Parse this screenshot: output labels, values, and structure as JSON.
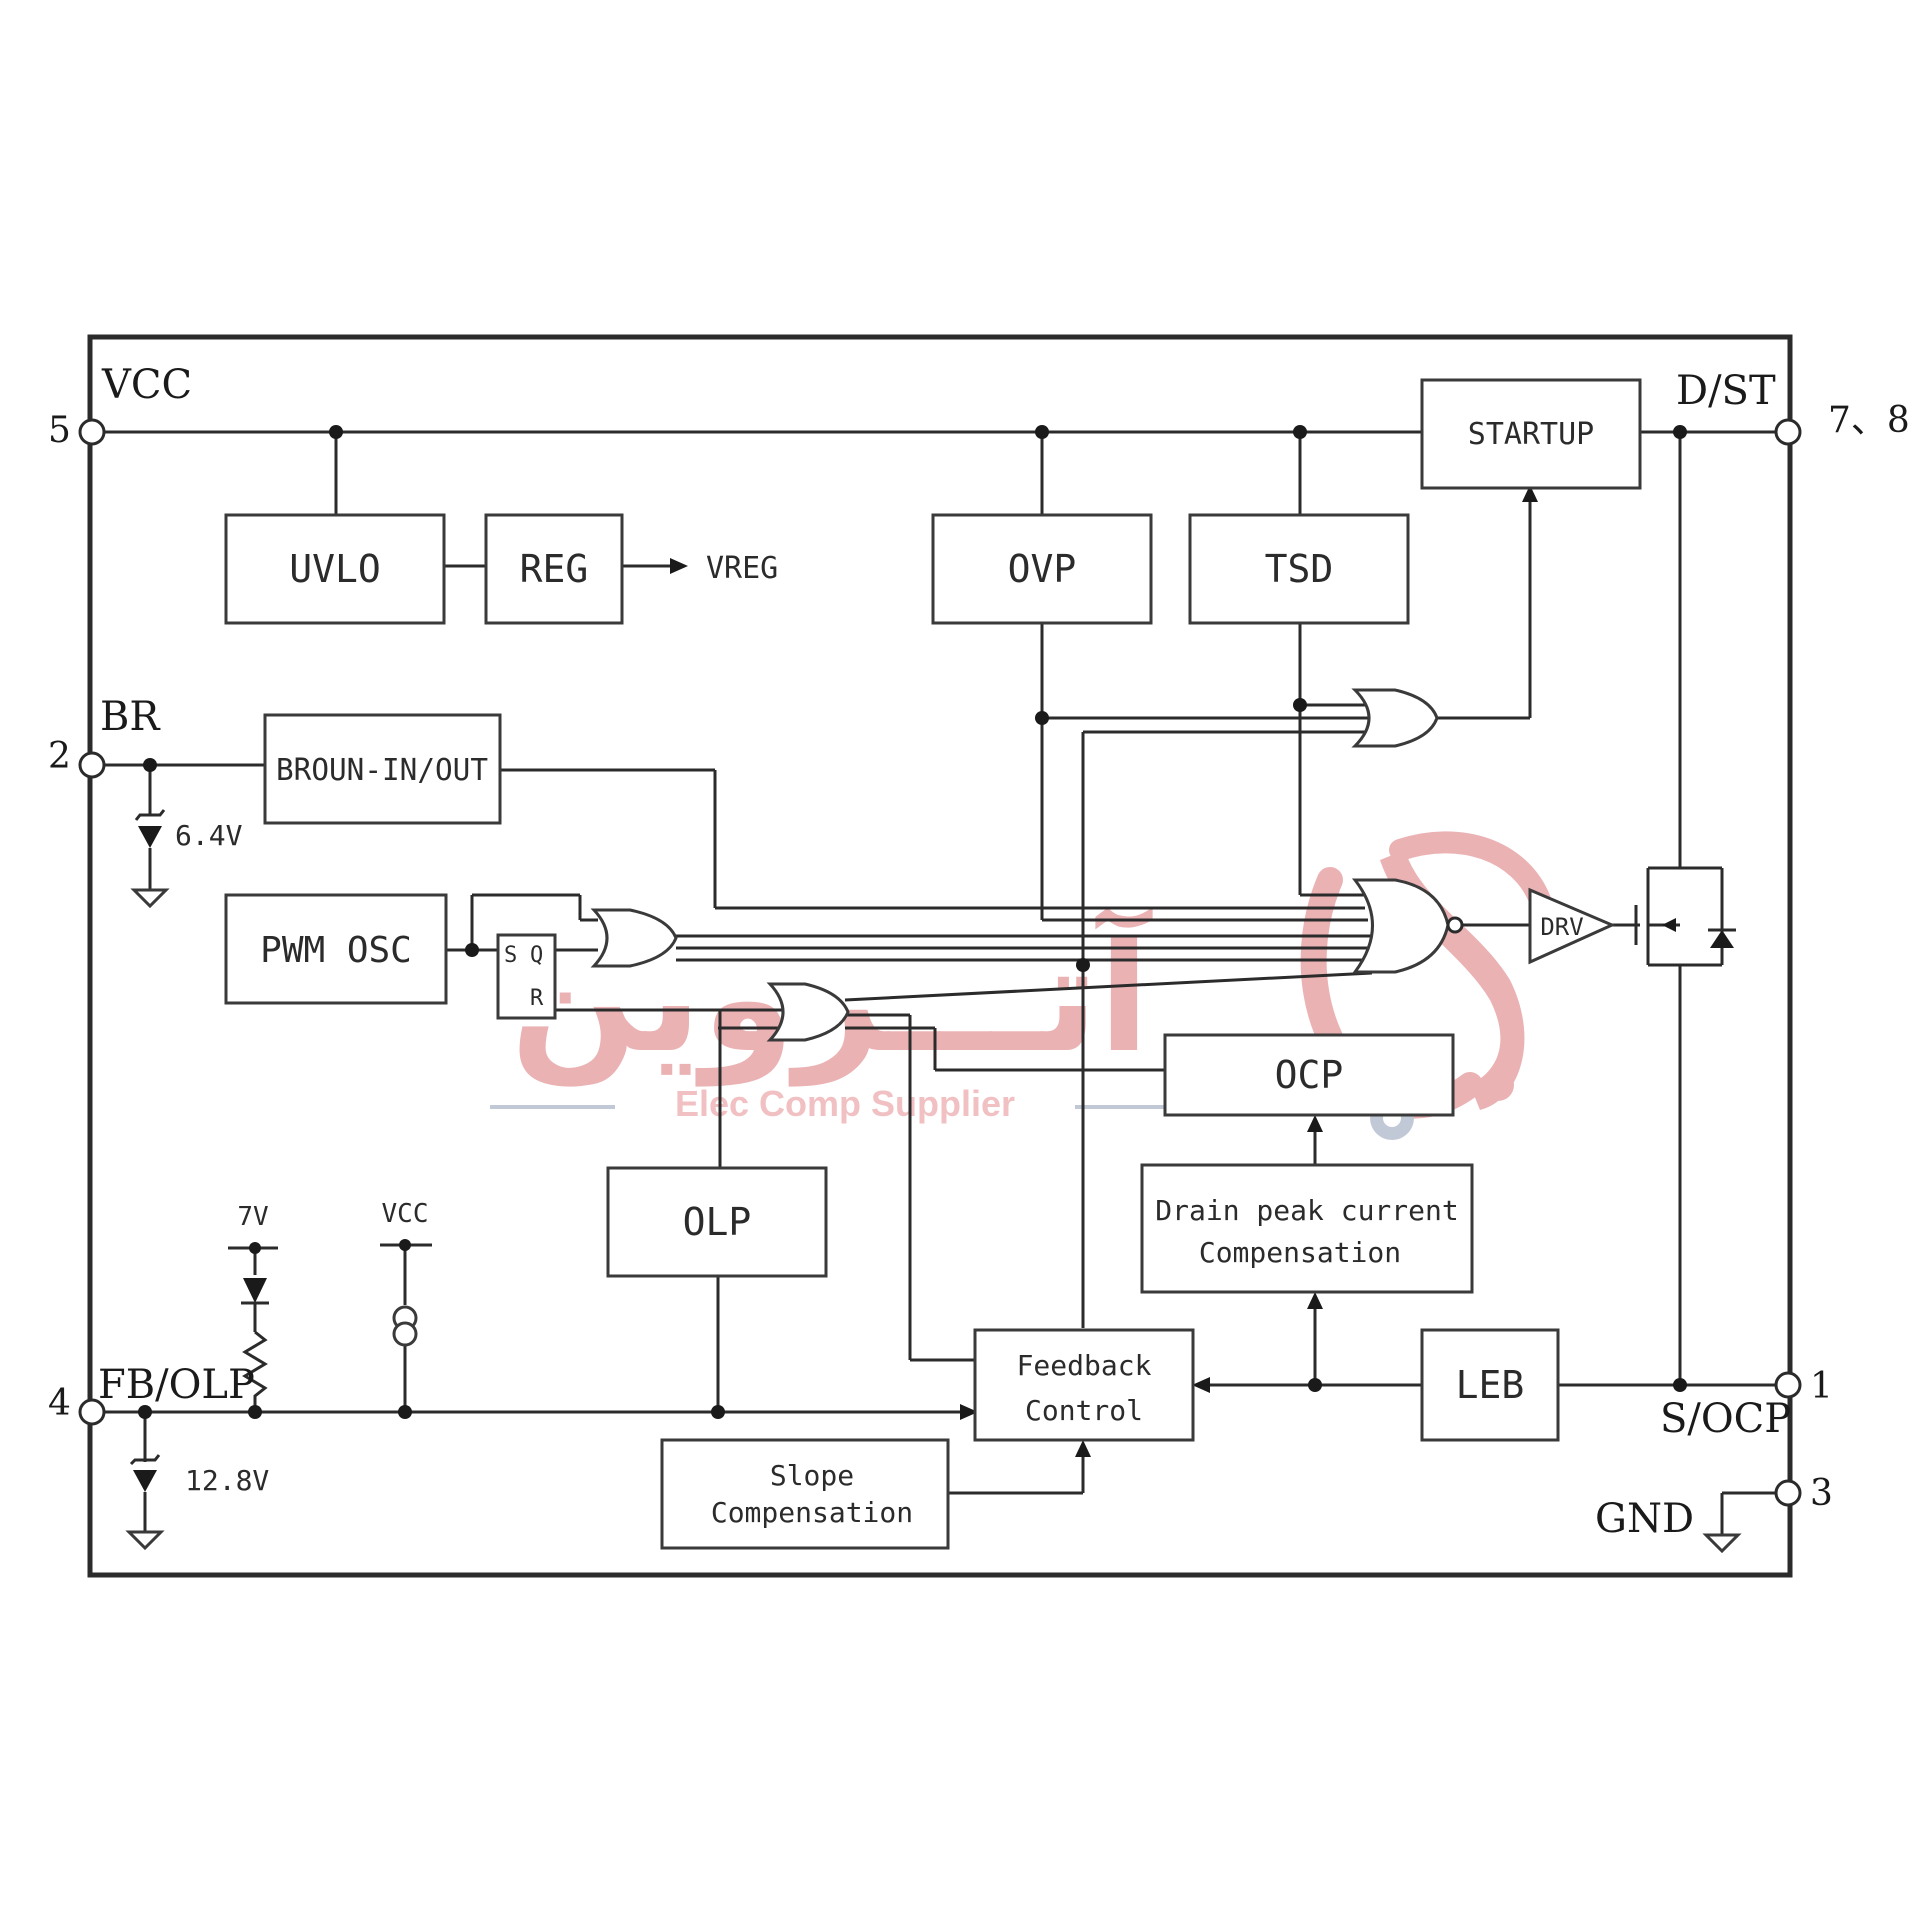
{
  "pins": {
    "vcc": {
      "name": "VCC",
      "number": "5"
    },
    "br": {
      "name": "BR",
      "number": "2"
    },
    "fb_olp": {
      "name": "FB/OLP",
      "number": "4"
    },
    "d_st": {
      "name": "D/ST",
      "number": "7、8"
    },
    "s_ocp": {
      "name": "S/OCP",
      "number": "1"
    },
    "gnd": {
      "name": "GND",
      "number": "3"
    }
  },
  "blocks": {
    "uvlo": "UVLO",
    "reg": "REG",
    "vreg": "VREG",
    "ovp": "OVP",
    "tsd": "TSD",
    "startup": "STARTUP",
    "brown": "BROUN-IN/OUT",
    "pwm_osc": "PWM OSC",
    "latch_s": "S",
    "latch_q": "Q",
    "latch_r": "R",
    "drv": "DRV",
    "ocp": "OCP",
    "olp": "OLP",
    "drain_line1": "Drain peak current",
    "drain_line2": "Compensation",
    "feedback_line1": "Feedback",
    "feedback_line2": "Control",
    "leb": "LEB",
    "slope_line1": "Slope",
    "slope_line2": "Compensation"
  },
  "labels": {
    "zener_br": "6.4V",
    "zener_fb": "12.8V",
    "supply_7v": "7V",
    "supply_vcc": "VCC"
  },
  "watermark": {
    "arabic": "آتـــروین",
    "subtitle": "Elec Comp Supplier"
  }
}
